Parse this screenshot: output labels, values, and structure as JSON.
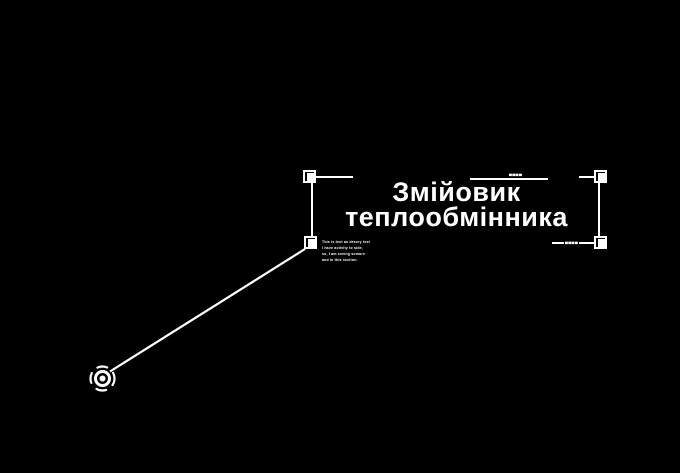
{
  "scene": {
    "background_color": "#000000",
    "accent_color": "#ffffff"
  },
  "callout": {
    "title": [
      "Змійовик",
      "теплообмінника"
    ],
    "micro_label_top": "▄▄▄▄",
    "micro_label_bottom": "▄▄▄▄",
    "fine_print": [
      "This is text as descry text",
      "I have activity to side,",
      "so, I am seeing somore",
      "and in this section."
    ]
  }
}
